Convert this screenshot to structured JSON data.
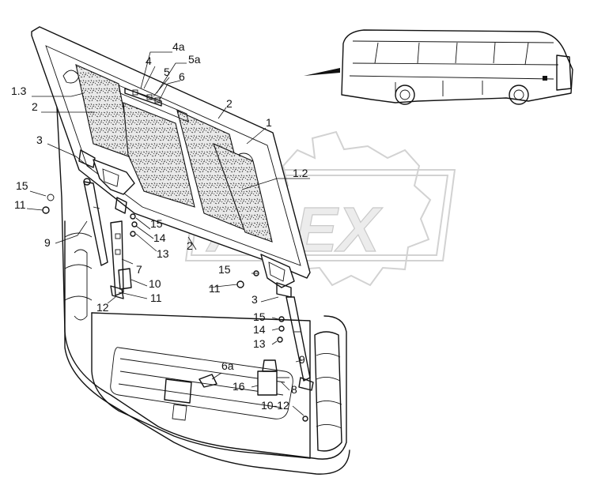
{
  "watermark_text": "APEX",
  "labels": [
    {
      "id": "lbl-4a",
      "text": "4a"
    },
    {
      "id": "lbl-4",
      "text": "4"
    },
    {
      "id": "lbl-5a",
      "text": "5a"
    },
    {
      "id": "lbl-5",
      "text": "5"
    },
    {
      "id": "lbl-6",
      "text": "6"
    },
    {
      "id": "lbl-1-3",
      "text": "1.3"
    },
    {
      "id": "lbl-2-left",
      "text": "2"
    },
    {
      "id": "lbl-2-right",
      "text": "2"
    },
    {
      "id": "lbl-1",
      "text": "1"
    },
    {
      "id": "lbl-3-left",
      "text": "3"
    },
    {
      "id": "lbl-1-2",
      "text": "1.2"
    },
    {
      "id": "lbl-15-a",
      "text": "15"
    },
    {
      "id": "lbl-11-a",
      "text": "11"
    },
    {
      "id": "lbl-15-b",
      "text": "15"
    },
    {
      "id": "lbl-14-a",
      "text": "14"
    },
    {
      "id": "lbl-13-a",
      "text": "13"
    },
    {
      "id": "lbl-2-bottom",
      "text": "2"
    },
    {
      "id": "lbl-9-left",
      "text": "9"
    },
    {
      "id": "lbl-7",
      "text": "7"
    },
    {
      "id": "lbl-15-c",
      "text": "15"
    },
    {
      "id": "lbl-10",
      "text": "10"
    },
    {
      "id": "lbl-11-b",
      "text": "11"
    },
    {
      "id": "lbl-11-c",
      "text": "11"
    },
    {
      "id": "lbl-12",
      "text": "12"
    },
    {
      "id": "lbl-3-right",
      "text": "3"
    },
    {
      "id": "lbl-15-d",
      "text": "15"
    },
    {
      "id": "lbl-14-b",
      "text": "14"
    },
    {
      "id": "lbl-13-b",
      "text": "13"
    },
    {
      "id": "lbl-9-right",
      "text": "9"
    },
    {
      "id": "lbl-6a",
      "text": "6a"
    },
    {
      "id": "lbl-16",
      "text": "16"
    },
    {
      "id": "lbl-8",
      "text": "8"
    },
    {
      "id": "lbl-10-12",
      "text": "10-12"
    }
  ]
}
